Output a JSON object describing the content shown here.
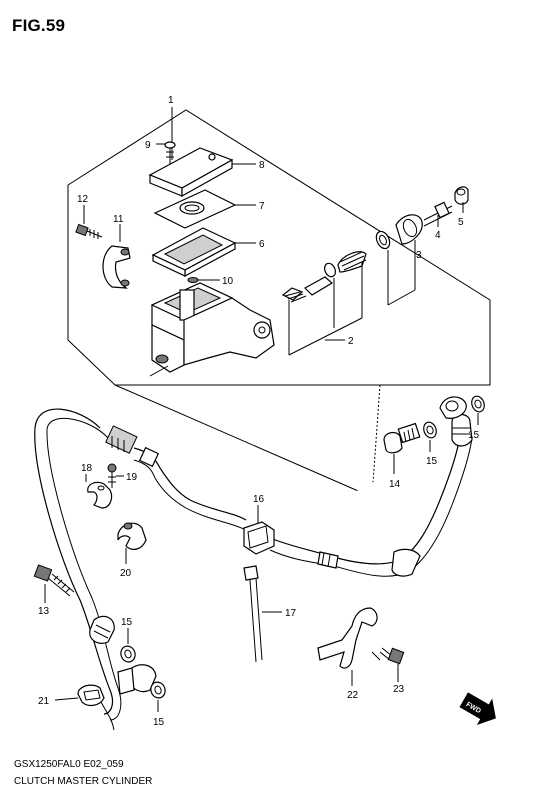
{
  "figure": {
    "title": "FIG.59",
    "code": "GSX1250FAL0 E02_059",
    "caption": "CLUTCH MASTER CYLINDER"
  },
  "callouts": {
    "c1": "1",
    "c2": "2",
    "c3": "3",
    "c4": "4",
    "c5": "5",
    "c6": "6",
    "c7": "7",
    "c8": "8",
    "c9": "9",
    "c10": "10",
    "c11": "11",
    "c12": "12",
    "c13": "13",
    "c14": "14",
    "c15a": "15",
    "c15b": "15",
    "c15c": "15",
    "c15d": "15",
    "c16": "16",
    "c17": "17",
    "c18": "18",
    "c19": "19",
    "c20": "20",
    "c21": "21",
    "c22": "22",
    "c23": "23"
  },
  "fwd_badge": "FWD",
  "icons": {
    "forward_arrow": "forward-arrow-icon"
  }
}
